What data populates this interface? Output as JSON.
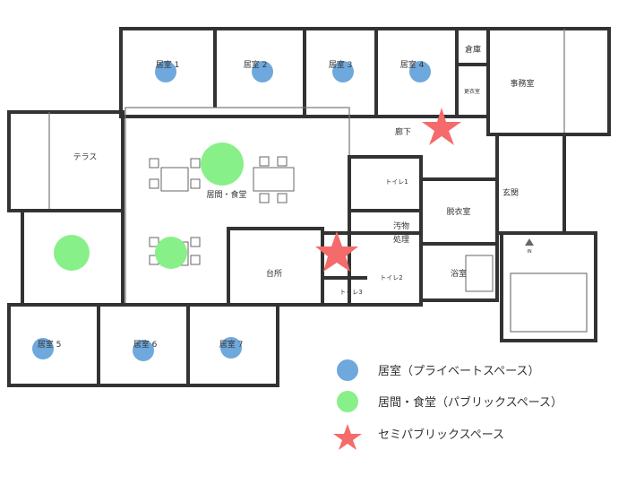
{
  "colors": {
    "private": "#6fa8dc",
    "public": "#88f088",
    "semi_public": "#f56a6a"
  },
  "rooms": {
    "room1": "居室 1",
    "room2": "居室 2",
    "room3": "居室 3",
    "room4": "居室 4",
    "room5": "居室 5",
    "room6": "居室 6",
    "room7": "居室 7",
    "storage": "倉庫",
    "changing": "更衣室",
    "office": "事務室",
    "corridor": "廊下",
    "terrace": "テラス",
    "living": "居間・食堂",
    "kitchen": "台所",
    "toilet1": "トイレ1",
    "toilet2": "トイレ2",
    "toilet3": "トイレ3",
    "sluice1": "汚物",
    "sluice2": "処理",
    "undress": "脱衣室",
    "bath": "浴室",
    "entrance": "玄関",
    "in_mark": "IN"
  },
  "legend": [
    {
      "icon": "blue-circle",
      "label": "居室（プライベートスペース）"
    },
    {
      "icon": "green-circle",
      "label": "居間・食堂（パブリックスペース）"
    },
    {
      "icon": "red-star",
      "label": "セミパブリックスペース"
    }
  ]
}
